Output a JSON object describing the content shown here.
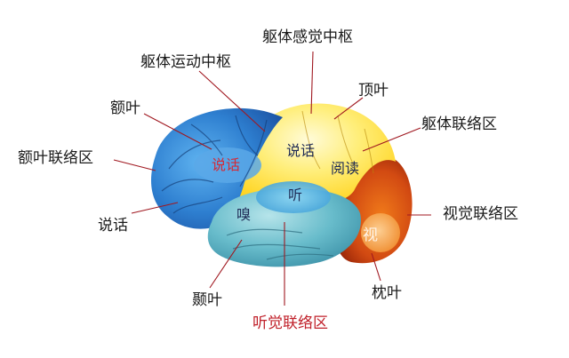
{
  "diagram": {
    "outer_labels": {
      "somatosensory_center": "躯体感觉中枢",
      "somatic_motor_center": "躯体运动中枢",
      "parietal_lobe": "顶叶",
      "frontal_lobe": "额叶",
      "somatic_association": "躯体联络区",
      "frontal_association": "额叶联络区",
      "speech_left": "说话",
      "visual_association": "视觉联络区",
      "temporal_lobe": "颞叶",
      "occipital_lobe": "枕叶",
      "auditory_association": "听觉联络区"
    },
    "inner_labels": {
      "speech_motor": "说话",
      "speech_sensory": "说话",
      "reading": "阅读",
      "hearing": "听",
      "smell": "嗅",
      "vision": "视"
    },
    "colors": {
      "frontal_blue": "#2e7fd0",
      "temporal_teal": "#5ab4c6",
      "parietal_yellow": "#ffe14a",
      "occipital_red": "#c23a10",
      "accent_red_text": "#c0202a"
    }
  }
}
